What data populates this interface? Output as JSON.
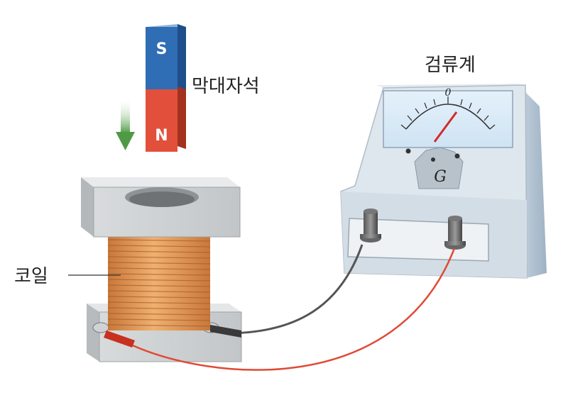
{
  "labels": {
    "magnet": "막대자석",
    "galvanometer": "검류계",
    "coil": "코일"
  },
  "magnet": {
    "top_pole": "S",
    "bottom_pole": "N",
    "top_color": "#2f6db5",
    "bottom_color": "#e2503b"
  },
  "galvanometer": {
    "zero_mark": "0",
    "face_letter": "G",
    "needle_color": "#d22b2b"
  },
  "motion_arrow": {
    "color": "#5aa64c"
  },
  "wires": {
    "red_lead": "#e04a36",
    "black_lead": "#555555"
  },
  "coil_color": "#d9904a"
}
